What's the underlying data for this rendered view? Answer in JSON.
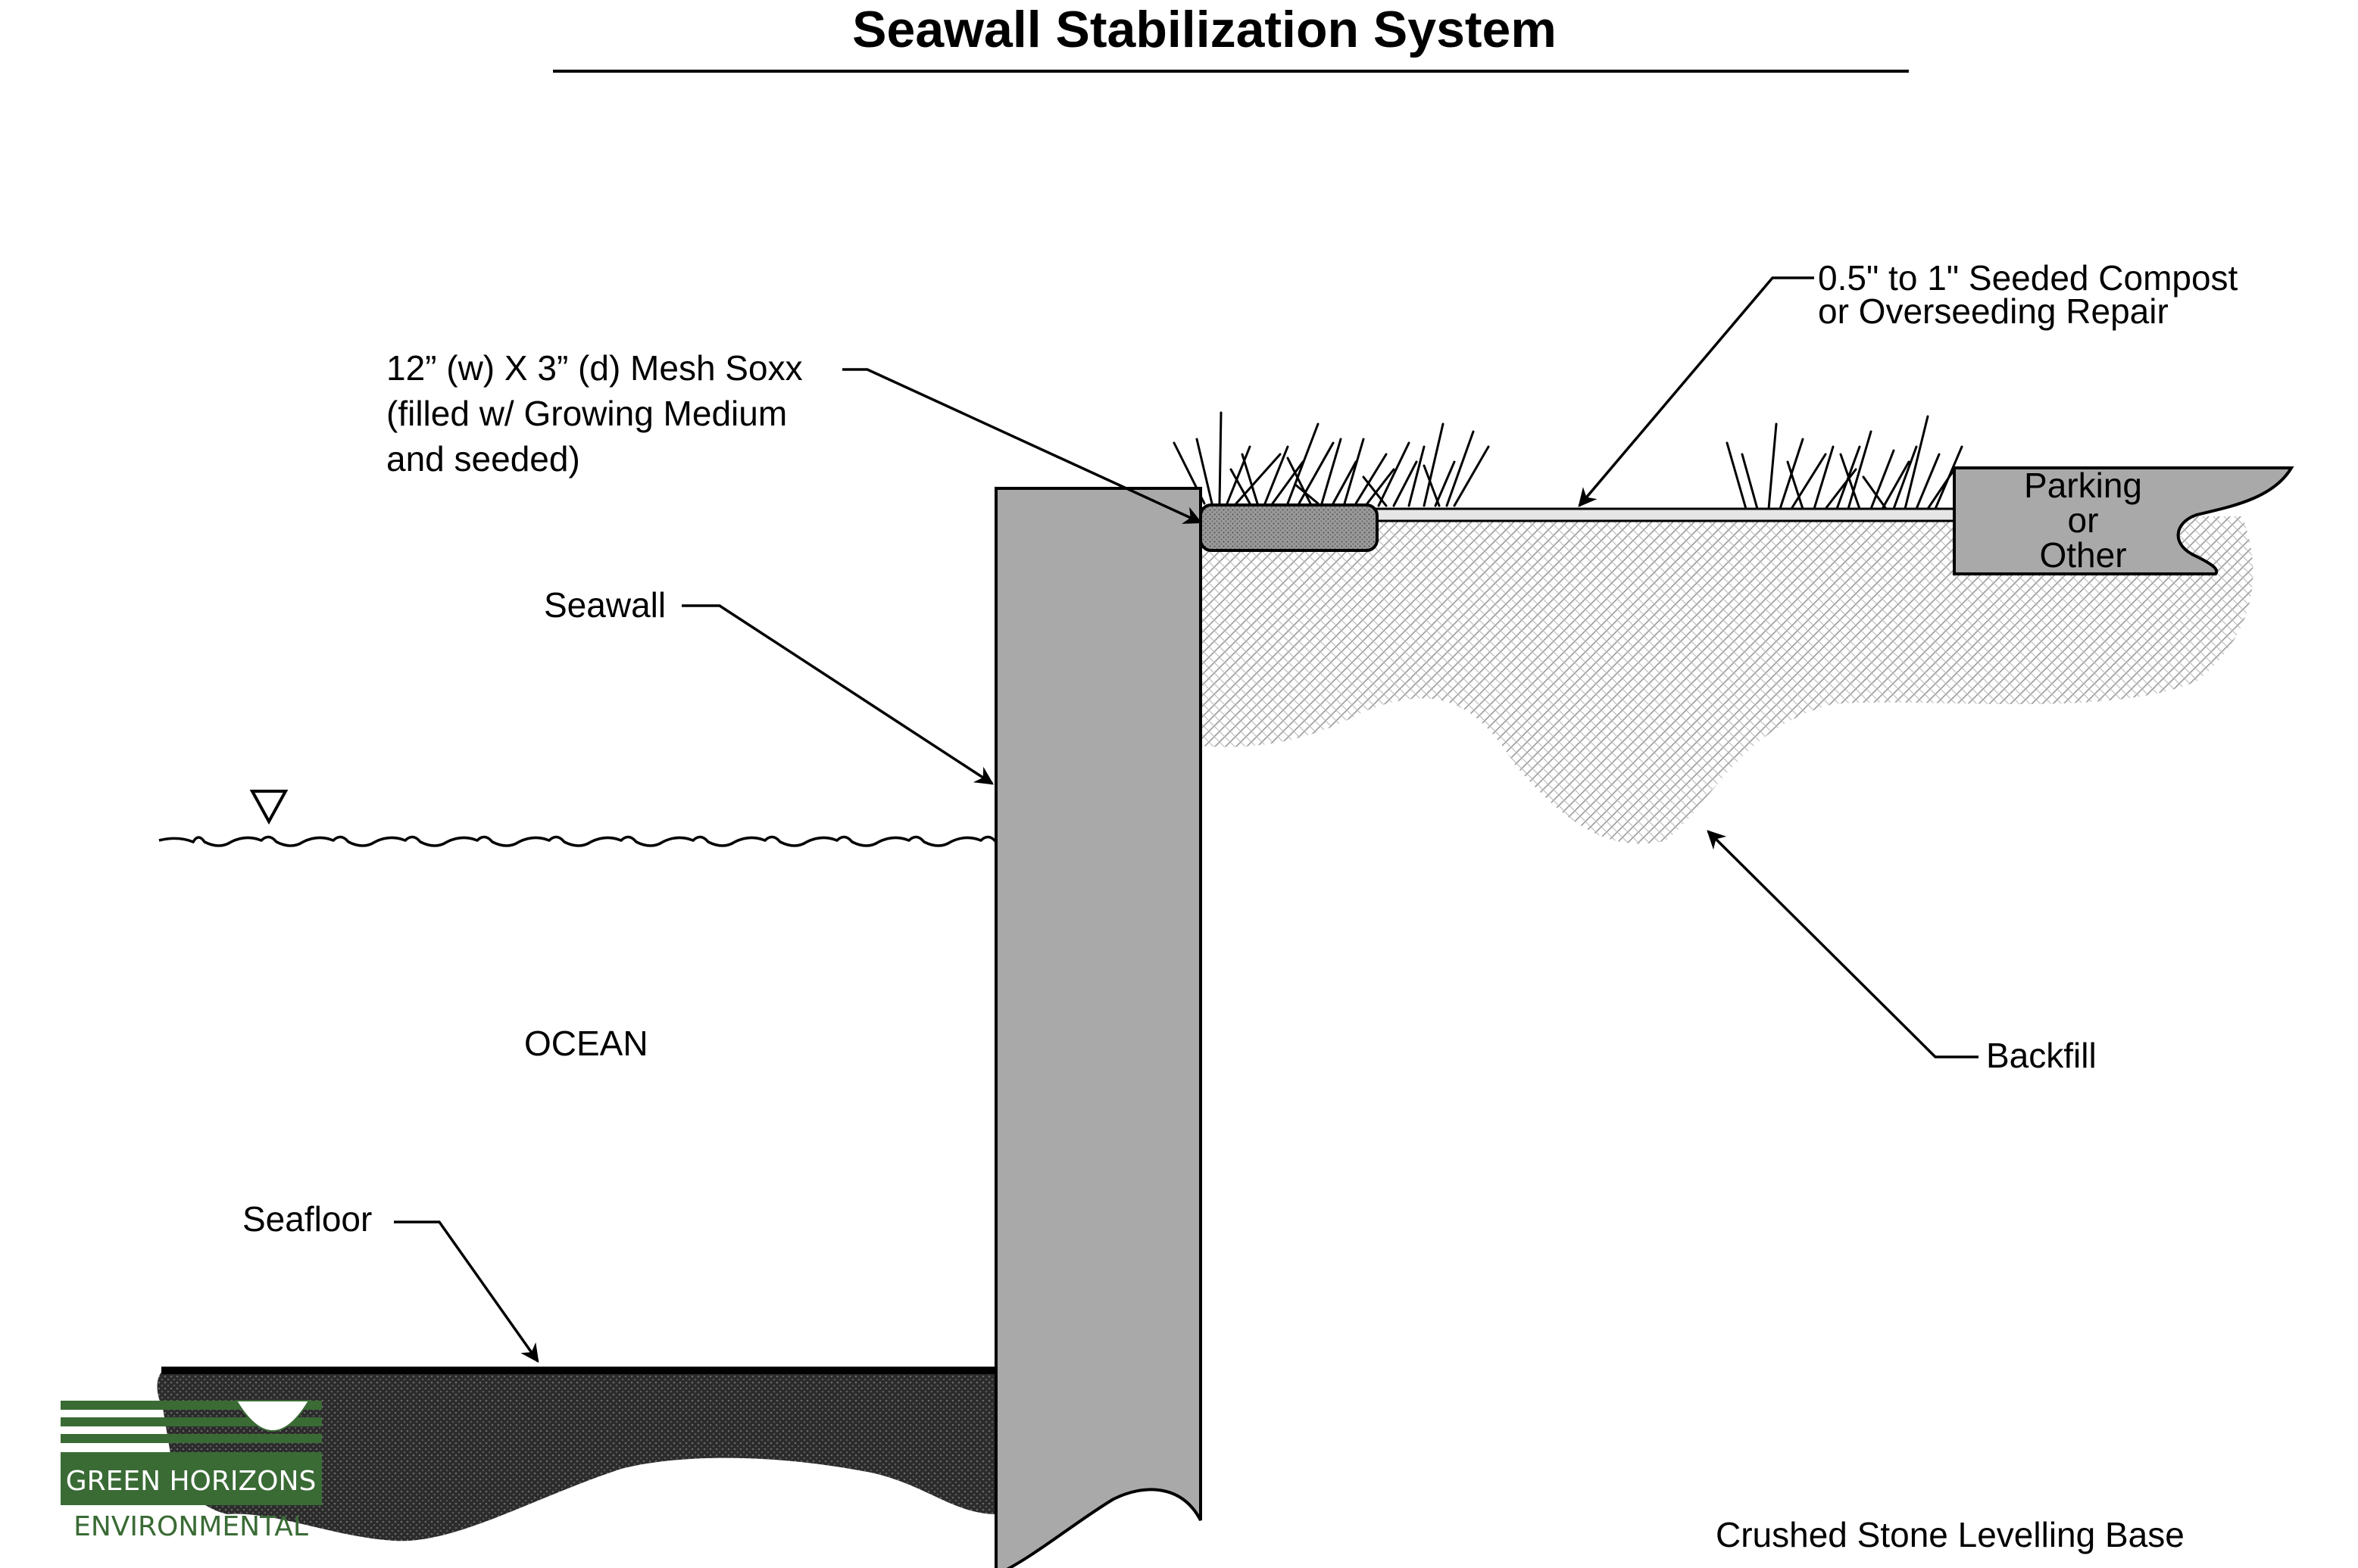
{
  "title": "Seawall Stabilization System",
  "labels": {
    "mesh_soxx": [
      "12” (w) X 3” (d) Mesh Soxx",
      "(filled w/ Growing Medium",
      "and seeded)"
    ],
    "seeded_compost": [
      "0.5\" to 1\" Seeded Compost",
      "or Overseeding Repair"
    ],
    "seawall": "Seawall",
    "ocean": "OCEAN",
    "backfill": "Backfill",
    "seafloor": "Seafloor",
    "parking": [
      "Parking",
      "or",
      "Other"
    ],
    "crushed_stone": "Crushed Stone Levelling Base"
  },
  "logo": {
    "line1": "GREEN HORIZONS",
    "line2": "ENVIRONMENTAL",
    "color": "#3a6b35"
  },
  "colors": {
    "seawall": "#a9a9a9",
    "parking": "#a9a9a9",
    "seafloor": "#2b2b2b"
  }
}
